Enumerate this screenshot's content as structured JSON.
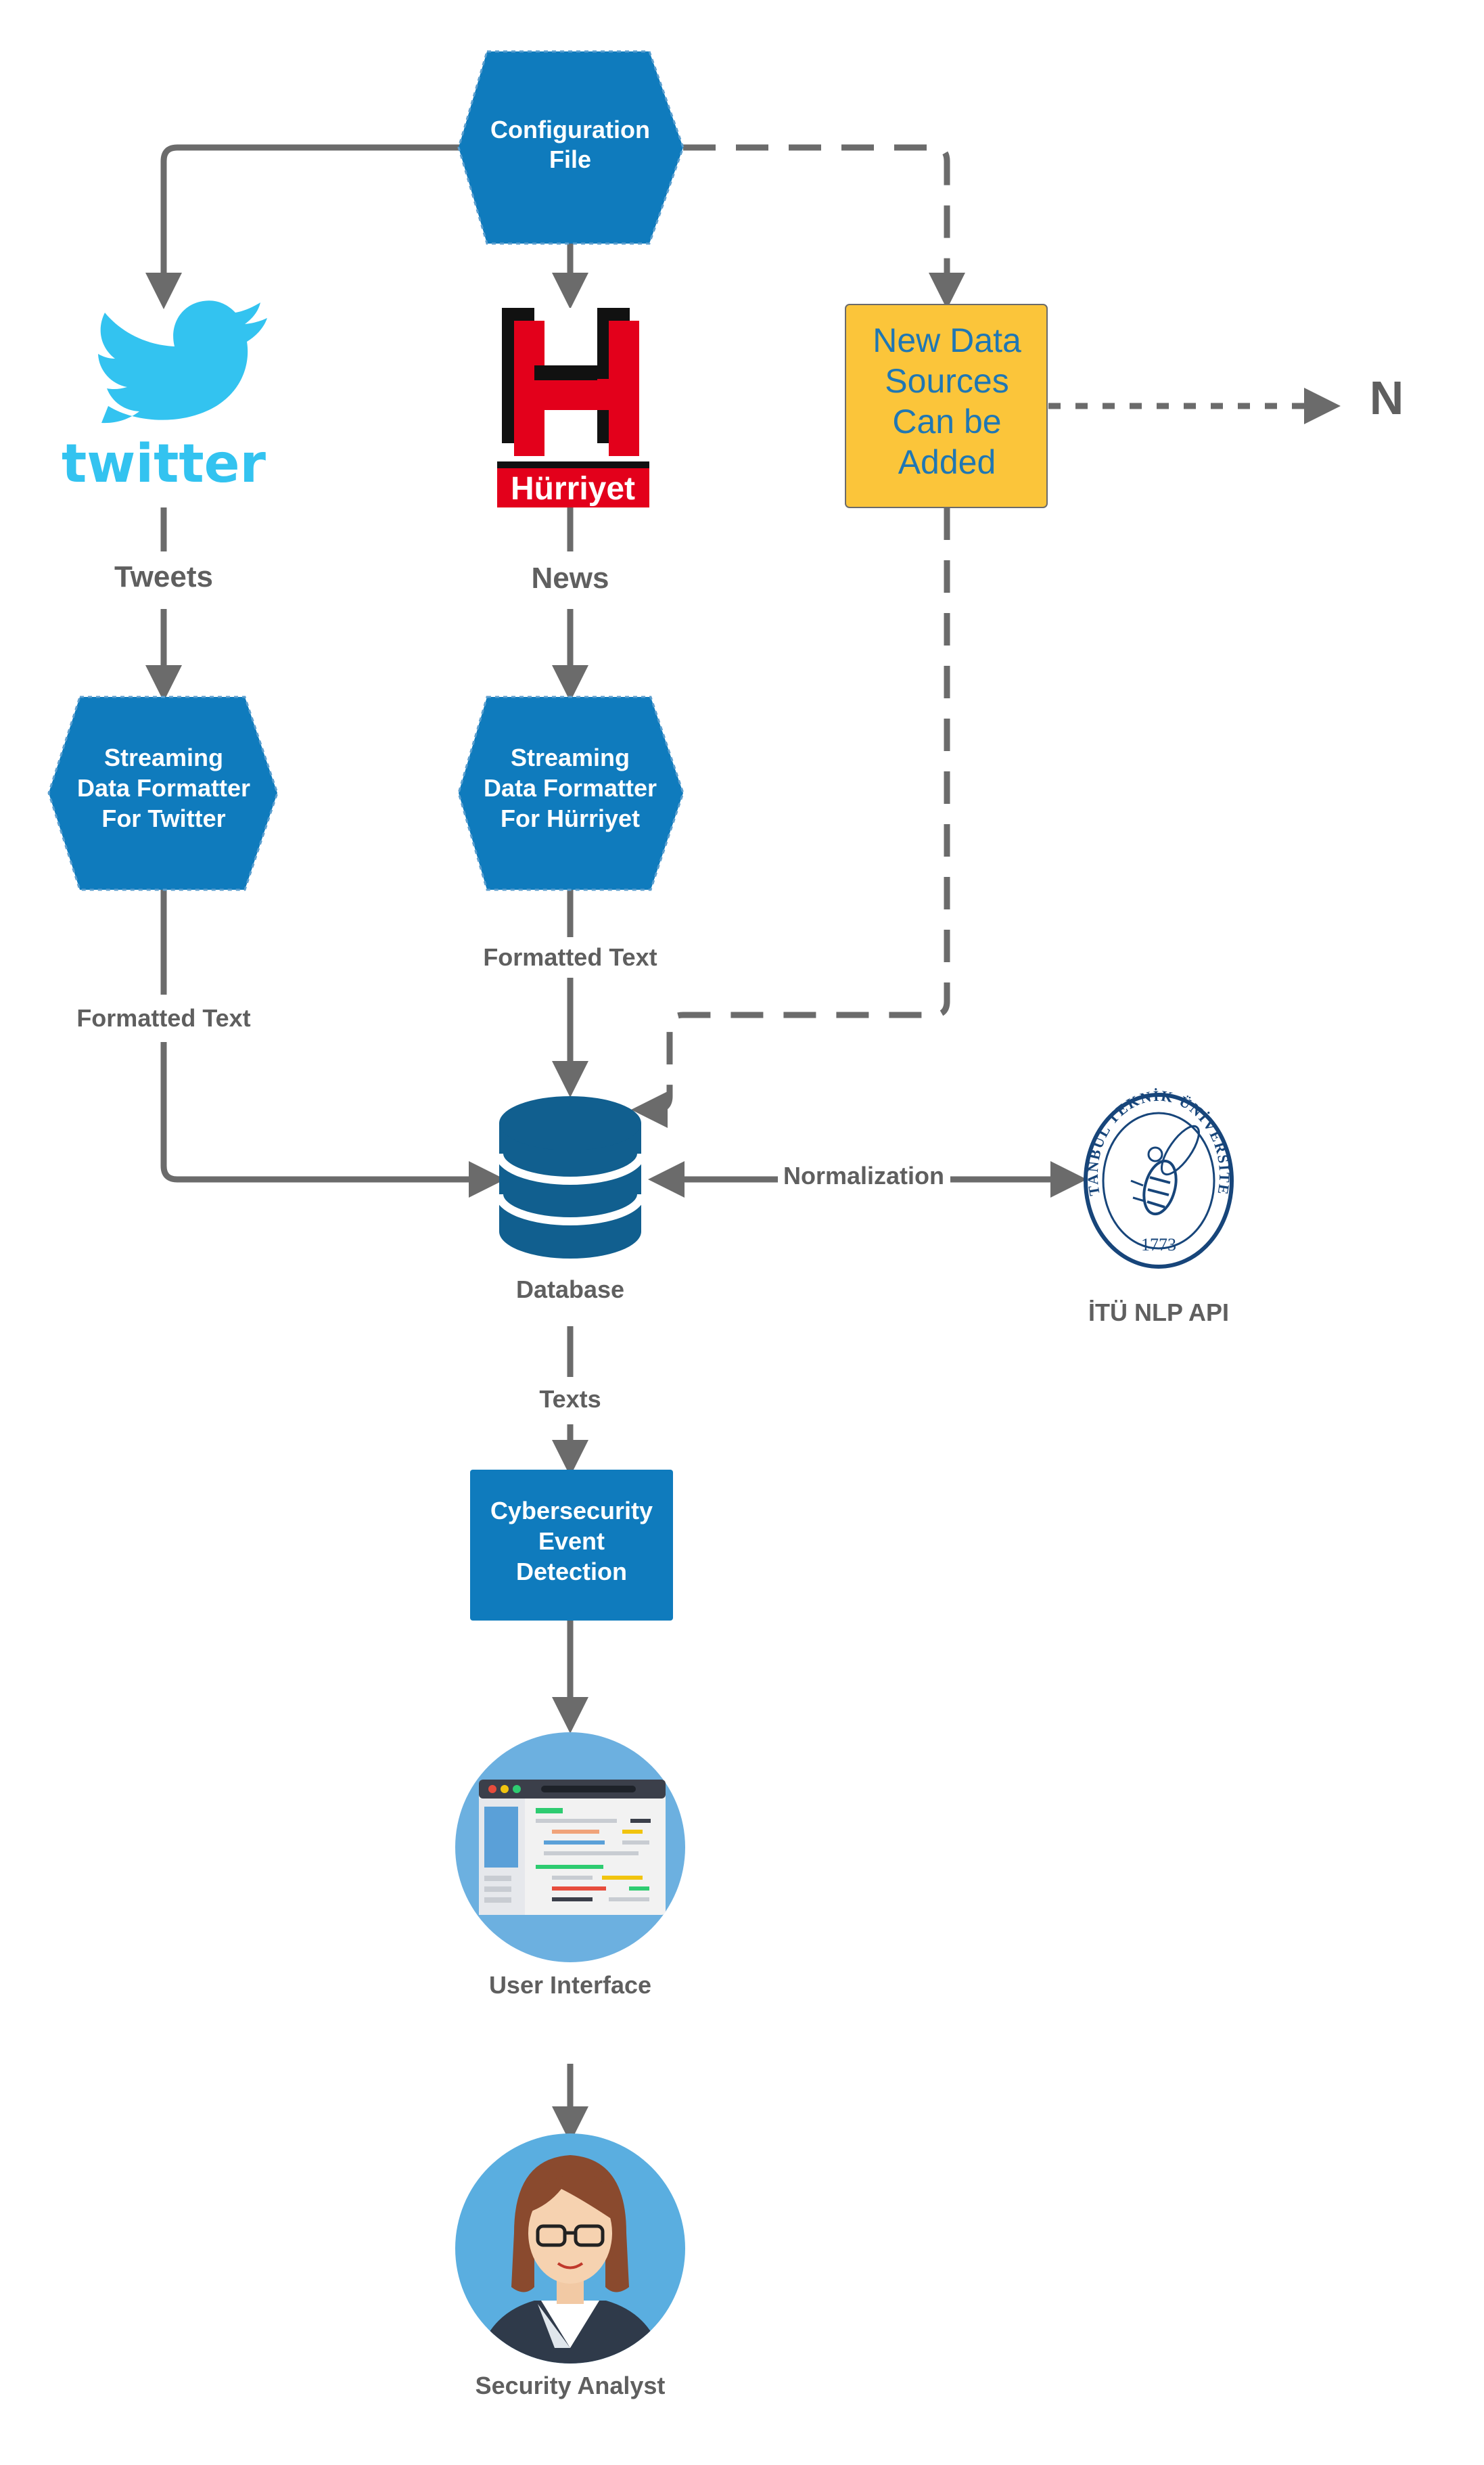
{
  "nodes": {
    "config": {
      "line1": "Configuration",
      "line2": "File"
    },
    "twitter_logo": {
      "wordmark": "twitter"
    },
    "hurriyet_logo": {
      "wordmark": "Hürriyet"
    },
    "new_sources": {
      "line1": "New Data",
      "line2": "Sources",
      "line3": "Can be",
      "line4": "Added"
    },
    "n_label": "N",
    "fmt_twitter": {
      "line1": "Streaming",
      "line2": "Data Formatter",
      "line3": "For Twitter"
    },
    "fmt_hurriyet": {
      "line1": "Streaming",
      "line2": "Data Formatter",
      "line3": "For Hürriyet"
    },
    "database": "Database",
    "itu": {
      "seal_text": "İSTANBUL TEKNİK ÜNİVERSİTESİ",
      "seal_year": "1773",
      "caption": "İTÜ NLP API"
    },
    "detection": {
      "line1": "Cybersecurity",
      "line2": "Event",
      "line3": "Detection"
    },
    "ui": "User Interface",
    "analyst": "Security Analyst"
  },
  "edge_labels": {
    "tweets": "Tweets",
    "news": "News",
    "formatted_left": "Formatted Text",
    "formatted_center": "Formatted Text",
    "normalization": "Normalization",
    "texts": "Texts"
  },
  "colors": {
    "hex_blue": "#0f7bbd",
    "twitter_blue": "#33c3f0",
    "hurriyet_red": "#e3001b",
    "new_source_fill": "#fbc53a",
    "db_blue": "#115f8f",
    "connector": "#6b6b6b",
    "circle_bg": "#5aaee0"
  }
}
